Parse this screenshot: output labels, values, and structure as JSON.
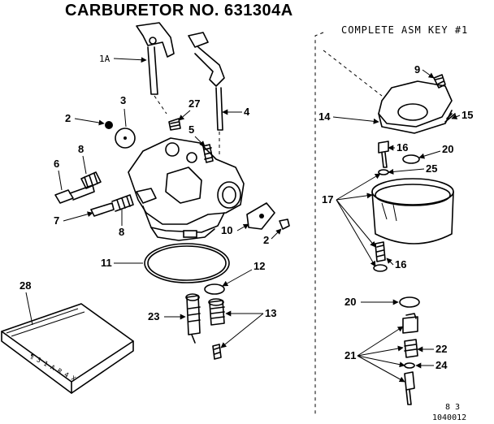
{
  "title": "CARBURETOR NO. 631304A",
  "subtitle": "COMPLETE ASM KEY #1",
  "footer": {
    "line1": "8 3",
    "line2": "1040012"
  },
  "box_label": "¶ 3 1 A R 4 X",
  "callouts": [
    {
      "id": "c1a",
      "text": "1A"
    },
    {
      "id": "c2a",
      "text": "2"
    },
    {
      "id": "c3",
      "text": "3"
    },
    {
      "id": "c27",
      "text": "27"
    },
    {
      "id": "c4",
      "text": "4"
    },
    {
      "id": "c5",
      "text": "5"
    },
    {
      "id": "c8a",
      "text": "8"
    },
    {
      "id": "c6",
      "text": "6"
    },
    {
      "id": "c7",
      "text": "7"
    },
    {
      "id": "c8b",
      "text": "8"
    },
    {
      "id": "c10",
      "text": "10"
    },
    {
      "id": "c2b",
      "text": "2"
    },
    {
      "id": "c11",
      "text": "11"
    },
    {
      "id": "c12",
      "text": "12"
    },
    {
      "id": "c13",
      "text": "13"
    },
    {
      "id": "c23",
      "text": "23"
    },
    {
      "id": "c28",
      "text": "28"
    },
    {
      "id": "c9",
      "text": "9"
    },
    {
      "id": "c14",
      "text": "14"
    },
    {
      "id": "c15",
      "text": "15"
    },
    {
      "id": "c16a",
      "text": "16"
    },
    {
      "id": "c20a",
      "text": "20"
    },
    {
      "id": "c25",
      "text": "25"
    },
    {
      "id": "c17",
      "text": "17"
    },
    {
      "id": "c16b",
      "text": "16"
    },
    {
      "id": "c20b",
      "text": "20"
    },
    {
      "id": "c22",
      "text": "22"
    },
    {
      "id": "c21",
      "text": "21"
    },
    {
      "id": "c24",
      "text": "24"
    }
  ]
}
